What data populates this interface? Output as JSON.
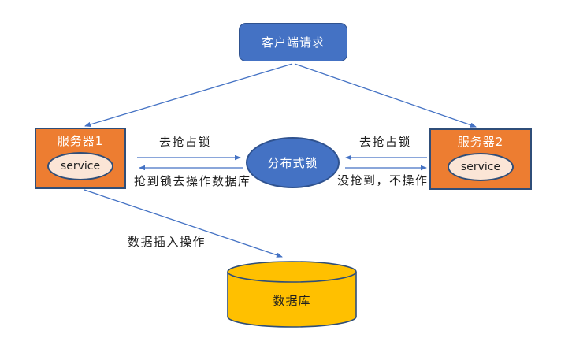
{
  "diagram_title": "distributed-lock-flow",
  "client": {
    "label": "客户端请求"
  },
  "server1": {
    "title": "服务器1",
    "service_label": "service"
  },
  "server2": {
    "title": "服务器2",
    "service_label": "service"
  },
  "lock": {
    "label": "分布式锁"
  },
  "database": {
    "label": "数据库"
  },
  "edge_labels": {
    "left_request": "去抢占锁",
    "right_request": "去抢占锁",
    "left_result": "抢到锁去操作数据库",
    "right_result": "没抢到，不操作",
    "db_operation": "数据插入操作"
  },
  "colors": {
    "box_blue": "#4472C4",
    "box_blue_border": "#2F528F",
    "box_orange": "#ED7D31",
    "ellipse_peach": "#FBE5D6",
    "cylinder_gold": "#FFC000",
    "shape_border_navy": "#2F4E79",
    "arrow_blue": "#4472C4",
    "text_dark": "#1f1f1f",
    "text_light": "#ffffff"
  }
}
